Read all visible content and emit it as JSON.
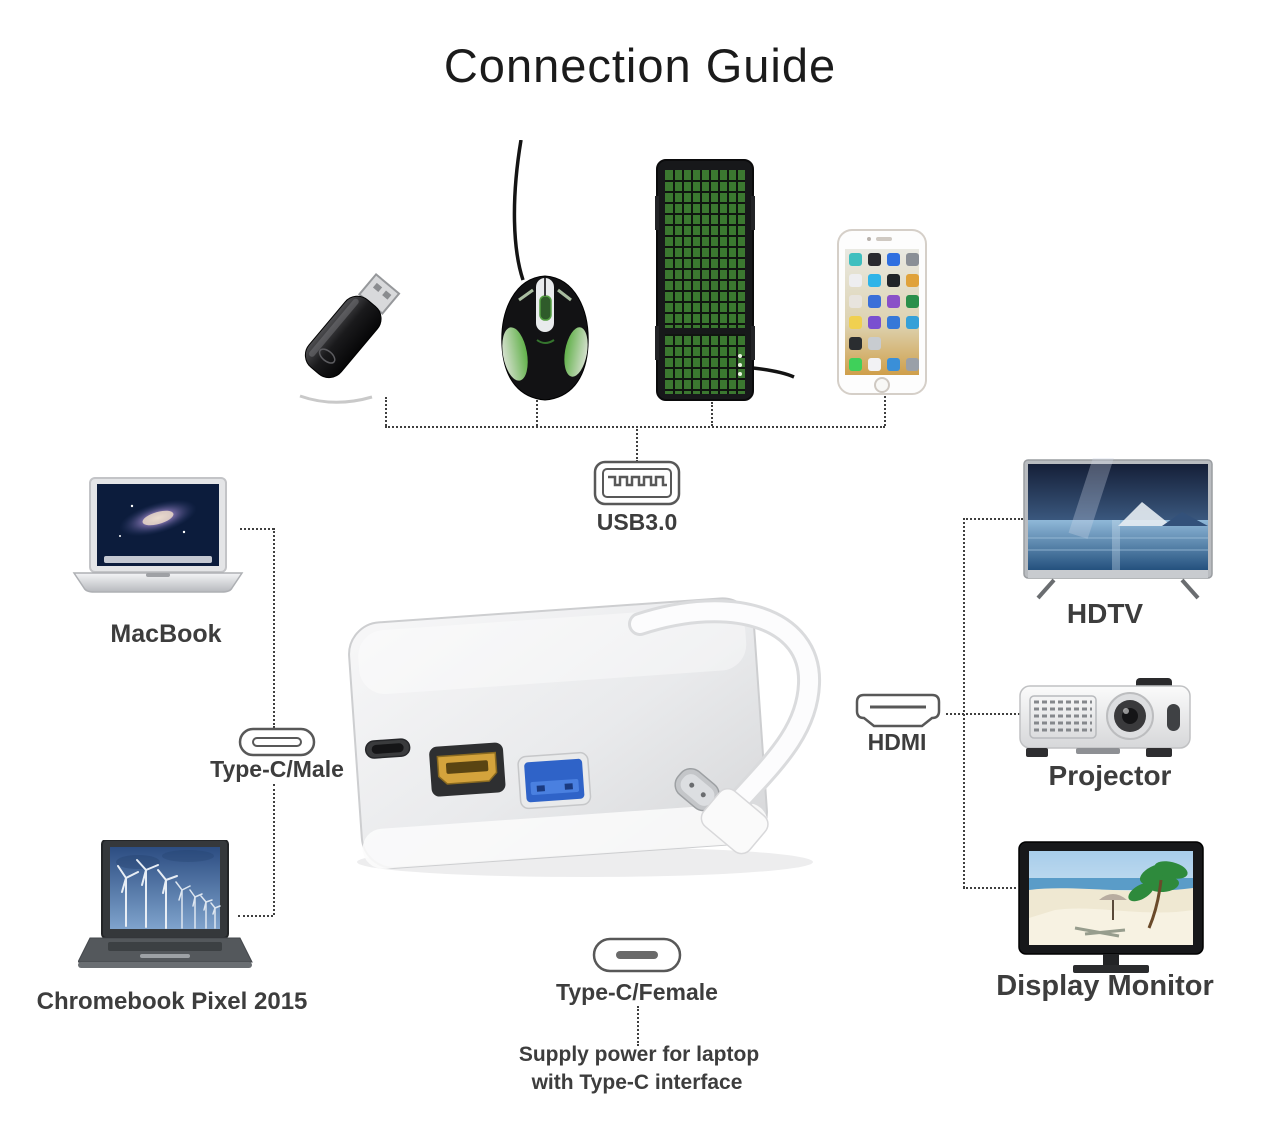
{
  "title": "Connection Guide",
  "top_row": {
    "devices": [
      {
        "icon": "usb-flash-drive-illustration"
      },
      {
        "icon": "gaming-mouse-illustration"
      },
      {
        "icon": "backlit-keyboard-illustration"
      },
      {
        "icon": "smartphone-illustration"
      }
    ],
    "port": {
      "icon": "usb-a-port-icon",
      "label": "USB3.0"
    }
  },
  "left_column": {
    "macbook": {
      "icon": "macbook-illustration",
      "label": "MacBook"
    },
    "port": {
      "icon": "usb-c-male-port-icon",
      "label": "Type-C/Male"
    },
    "chromebook": {
      "icon": "chromebook-illustration",
      "label": "Chromebook Pixel 2015"
    }
  },
  "right_column": {
    "hdtv": {
      "icon": "hdtv-illustration",
      "label": "HDTV"
    },
    "port": {
      "icon": "hdmi-port-icon",
      "label": "HDMI"
    },
    "projector": {
      "icon": "projector-illustration",
      "label": "Projector"
    },
    "monitor": {
      "icon": "display-monitor-illustration",
      "label": "Display Monitor"
    }
  },
  "bottom": {
    "port": {
      "icon": "usb-c-female-port-icon",
      "label": "Type-C/Female"
    },
    "note_line1": "Supply power for laptop",
    "note_line2": "with Type-C interface"
  },
  "center": {
    "icon": "usb-c-multiport-adapter-illustration"
  },
  "colors": {
    "background": "#ffffff",
    "connector_line": "#3f3f3f",
    "label_text": "#3d3d3d",
    "title_text": "#1b1b1b",
    "usb_port_blue": "#2f63c8",
    "hdmi_connector_gold": "#d4a33c",
    "mouse_backlight_green": "#7ed957",
    "keyboard_backlight_green": "#3b7830"
  }
}
